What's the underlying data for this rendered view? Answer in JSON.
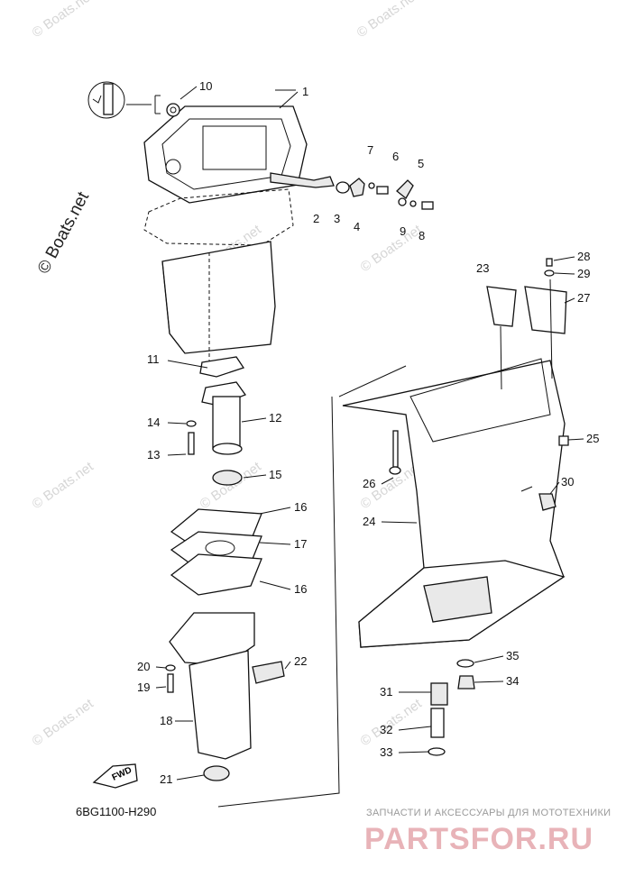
{
  "diagram": {
    "code": "6BG1100-H290",
    "fwd_label": "FWD",
    "watermarks": [
      "© Boats.net",
      "© Boats.net",
      "© Boats.net",
      "© Boats.net",
      "© Boats.net",
      "© Boats.net",
      "© Boats.net",
      "© Boats.net",
      "© Boats.net"
    ],
    "side_watermark": "© Boats.net",
    "footer_sub": "ЗАПЧАСТИ И АКСЕССУАРЫ ДЛЯ МОТОТЕХНИКИ",
    "footer_brand": "PARTSFOR.RU",
    "callouts": [
      "1",
      "2",
      "3",
      "4",
      "5",
      "6",
      "7",
      "8",
      "9",
      "10",
      "11",
      "12",
      "13",
      "14",
      "15",
      "16",
      "17",
      "16",
      "18",
      "19",
      "20",
      "21",
      "22",
      "23",
      "24",
      "25",
      "26",
      "27",
      "28",
      "29",
      "30",
      "31",
      "32",
      "33",
      "34",
      "35"
    ]
  }
}
